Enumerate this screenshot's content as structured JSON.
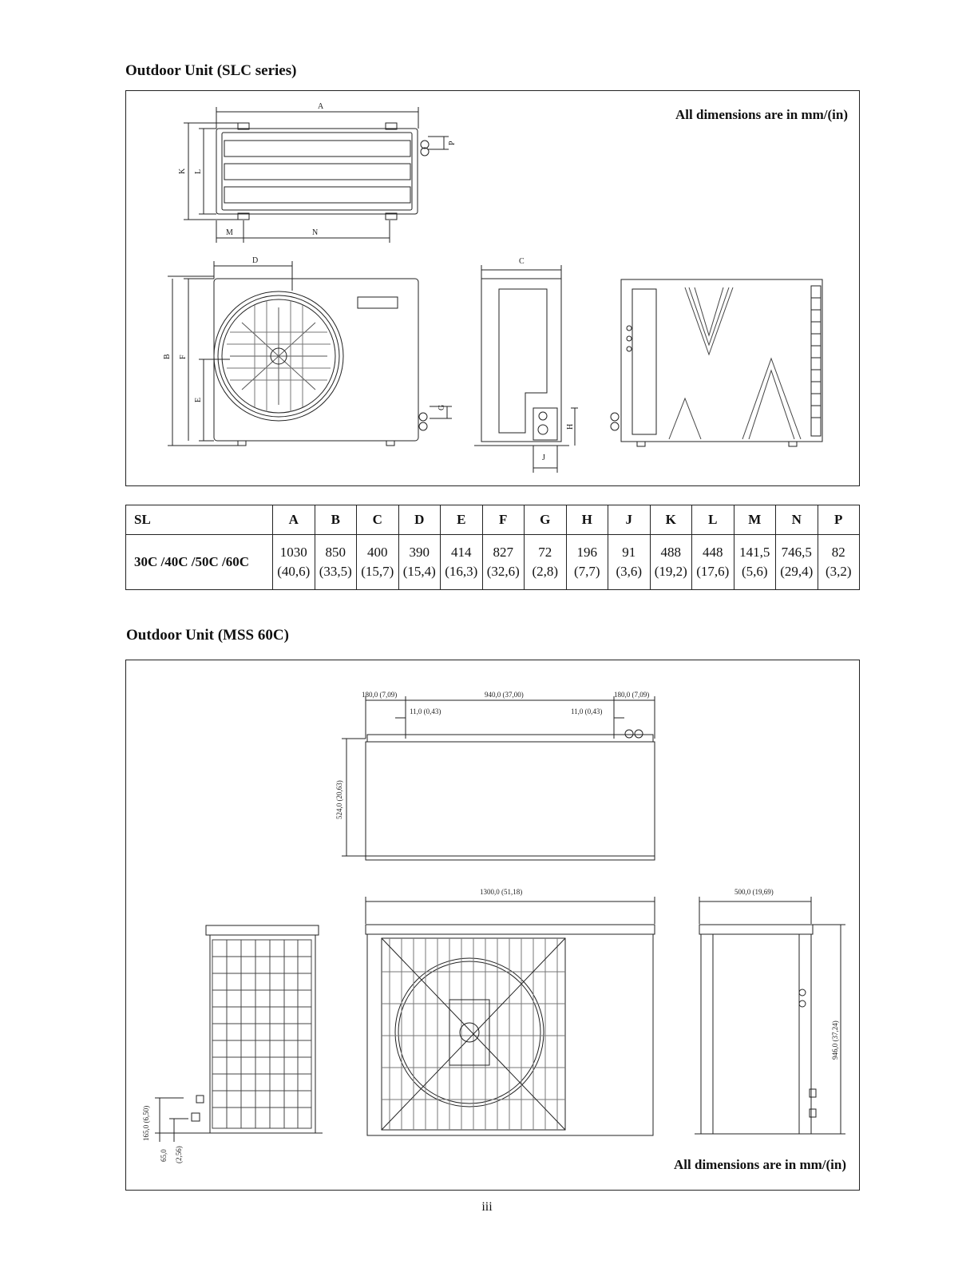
{
  "sections": [
    {
      "title": "Outdoor Unit (SLC series)",
      "note": "All dimensions are in mm/(in)",
      "diagram_labels": [
        "A",
        "B",
        "C",
        "D",
        "E",
        "F",
        "G",
        "H",
        "J",
        "K",
        "L",
        "M",
        "N",
        "P"
      ]
    },
    {
      "title": "Outdoor Unit (MSS 60C)",
      "note": "All dimensions are in mm/(in)",
      "dims": {
        "top_left": "180,0 (7,09)",
        "top_mid": "940,0 (37,00)",
        "top_right": "180,0 (7,09)",
        "small_left": "11,0 (0,43)",
        "small_right": "11,0 (0,43)",
        "depth": "524,0 (20,63)",
        "width": "1300,0 (51,18)",
        "side_width": "500,0 (19,69)",
        "height": "946,0 (37,24)",
        "valve_height": "165,0 (6,50)",
        "valve_low_1": "65,0",
        "valve_low_2": "(2,56)"
      }
    }
  ],
  "table": {
    "headers": [
      "SL",
      "A",
      "B",
      "C",
      "D",
      "E",
      "F",
      "G",
      "H",
      "J",
      "K",
      "L",
      "M",
      "N",
      "P"
    ],
    "model": "30C /40C /50C /60C",
    "mm": [
      "1030",
      "850",
      "400",
      "390",
      "414",
      "827",
      "72",
      "196",
      "91",
      "488",
      "448",
      "141,5",
      "746,5",
      "82"
    ],
    "in": [
      "(40,6)",
      "(33,5)",
      "(15,7)",
      "(15,4)",
      "(16,3)",
      "(32,6)",
      "(2,8)",
      "(7,7)",
      "(3,6)",
      "(19,2)",
      "(17,6)",
      "(5,6)",
      "(29,4)",
      "(3,2)"
    ]
  },
  "page_number": "iii"
}
